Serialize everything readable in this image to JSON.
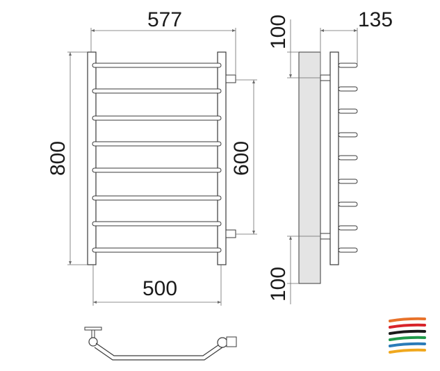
{
  "dimensions": {
    "overall_width": "577",
    "height": "800",
    "mount_spacing": "600",
    "rail_width": "500",
    "depth": "135",
    "top_offset": "100",
    "bottom_offset": "100"
  },
  "logo": {
    "stripe_colors": [
      "#e8722a",
      "#d8232a",
      "#1a1a1a",
      "#1f9a4a",
      "#2a7bb8",
      "#f0a81e"
    ]
  }
}
